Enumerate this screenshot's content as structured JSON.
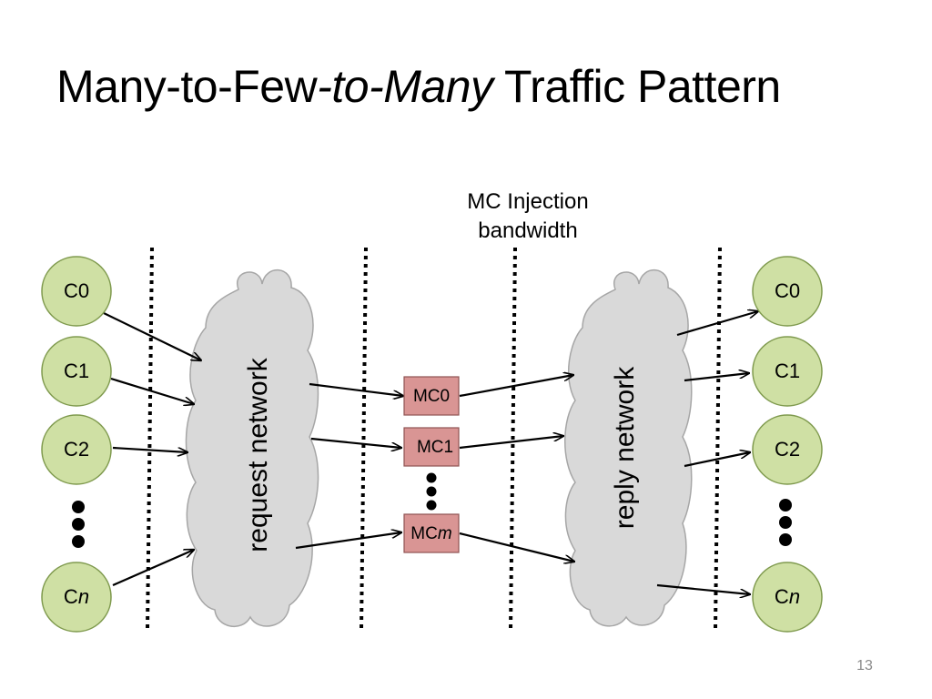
{
  "slide": {
    "title_main": "Many-to-Few",
    "title_italic": "-to-Many",
    "title_tail": " Traffic Pattern",
    "page_number": "13"
  },
  "diagram": {
    "caption_line1": "MC Injection",
    "caption_line2": "bandwidth",
    "request_network_label": "request network",
    "reply_network_label": "reply network",
    "left_cores": {
      "c0": "C0",
      "c1": "C1",
      "c2": "C2",
      "cn_prefix": "C",
      "cn_suffix": "n"
    },
    "right_cores": {
      "c0": "C0",
      "c1": "C1",
      "c2": "C2",
      "cn_prefix": "C",
      "cn_suffix": "n"
    },
    "memory_controllers": {
      "mc0": "MC0",
      "mc1": "MC1",
      "mcm_prefix": "MC",
      "mcm_suffix": "m"
    },
    "colors": {
      "core_fill": "#cfe0a4",
      "core_stroke": "#7f9a4e",
      "mc_fill": "#d99594",
      "mc_stroke": "#8f5353",
      "cloud_fill": "#d9d9d9",
      "cloud_stroke": "#a6a6a6"
    }
  }
}
